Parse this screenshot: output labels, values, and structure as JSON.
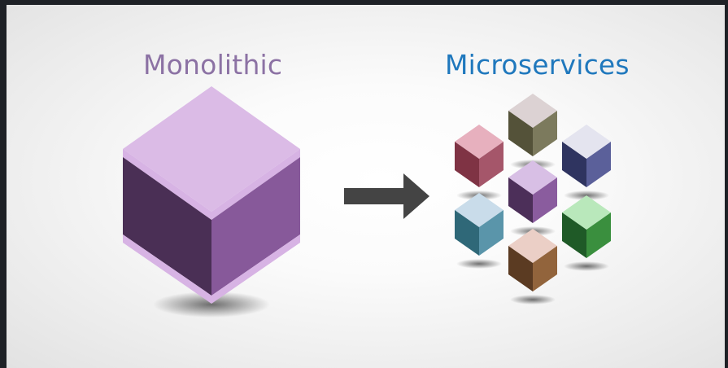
{
  "slide": {
    "left_title": "Monolithic",
    "right_title": "Microservices"
  },
  "colors": {
    "left_title": "#8c72a4",
    "right_title": "#1f78bd",
    "arrow": "#444444"
  },
  "monolith_cube": {
    "top": "#dbbbe6",
    "left": "#4a2f55",
    "right": "#87599a",
    "edge": "#d7b3e4"
  },
  "micro_cubes": [
    {
      "name": "cube-red",
      "top": "#e7b0be",
      "left": "#7f3344",
      "right": "#a5566a"
    },
    {
      "name": "cube-olive",
      "top": "#dcd2d3",
      "left": "#545239",
      "right": "#7c7a5d"
    },
    {
      "name": "cube-navy",
      "top": "#e4e4ef",
      "left": "#2f3460",
      "right": "#5b609a"
    },
    {
      "name": "cube-purple",
      "top": "#d8bfe5",
      "left": "#4c2f59",
      "right": "#8a5c9e"
    },
    {
      "name": "cube-blue",
      "top": "#c9dcea",
      "left": "#2f6878",
      "right": "#5a95aa"
    },
    {
      "name": "cube-green",
      "top": "#b9e8bb",
      "left": "#1f5a27",
      "right": "#3a8f3e"
    },
    {
      "name": "cube-brown",
      "top": "#ebcfc6",
      "left": "#5b3b22",
      "right": "#92643c"
    }
  ]
}
